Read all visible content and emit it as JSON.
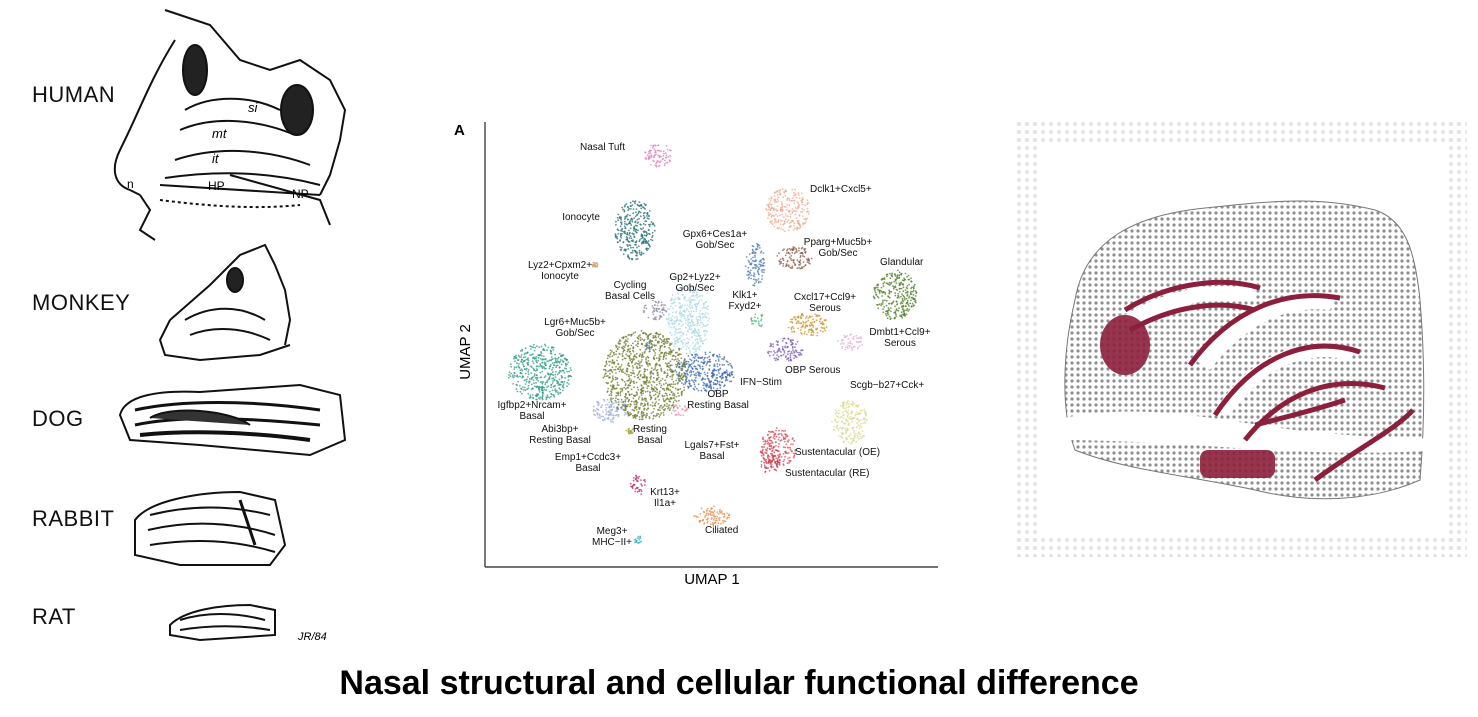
{
  "species_panel": {
    "labels": [
      "HUMAN",
      "MONKEY",
      "DOG",
      "RABBIT",
      "RAT"
    ],
    "human_annotations": [
      "si",
      "mt",
      "it",
      "n",
      "HP",
      "NP"
    ],
    "signature": "JR/84"
  },
  "umap": {
    "panel_letter": "A",
    "xlabel": "UMAP 1",
    "ylabel": "UMAP 2",
    "clusters": [
      {
        "name": "nasal-tuft",
        "label": "Nasal Tuft",
        "color": "#e07ab8"
      },
      {
        "name": "ionocyte",
        "label": "Ionocyte",
        "color": "#1f6b6e"
      },
      {
        "name": "lyz2-cpxm2-ionocyte",
        "label": "Lyz2+Cpxm2+\nIonocyte",
        "color": "#c9a070"
      },
      {
        "name": "cycling-basal",
        "label": "Cycling\nBasal Cells",
        "color": "#8a8aa8"
      },
      {
        "name": "gp2-lyz2-gobsec",
        "label": "Gp2+Lyz2+\nGob/Sec",
        "color": "#a8d8e0"
      },
      {
        "name": "gpx6-ces1a-gobsec",
        "label": "Gpx6+Ces1a+\nGob/Sec",
        "color": "#4a7ab8"
      },
      {
        "name": "dclk1-cxcl5",
        "label": "Dclk1+Cxcl5+",
        "color": "#f0a890"
      },
      {
        "name": "pparg-muc5b",
        "label": "Pparg+Muc5b+\nGob/Sec",
        "color": "#8a5a48"
      },
      {
        "name": "glandular",
        "label": "Glandular",
        "color": "#4a7a20"
      },
      {
        "name": "klk1-fxyd2",
        "label": "Klk1+\nFxyd2+",
        "color": "#4ab878"
      },
      {
        "name": "cxcl17-ccl9-serous",
        "label": "Cxcl17+Ccl9+\nSerous",
        "color": "#c89028"
      },
      {
        "name": "dmbt1-ccl9-serous",
        "label": "Dmbt1+Ccl9+\nSerous",
        "color": "#e0b0d0"
      },
      {
        "name": "lgr6-muc5b",
        "label": "Lgr6+Muc5b+\nGob/Sec",
        "color": "#4a88a8"
      },
      {
        "name": "obp-serous",
        "label": "OBP Serous",
        "color": "#7858b8"
      },
      {
        "name": "ifn-stim",
        "label": "IFN−Stim",
        "color": "#2858a8"
      },
      {
        "name": "obp-resting-basal",
        "label": "OBP\nResting Basal",
        "color": "#3a68b0"
      },
      {
        "name": "igfbp2-nrcam-basal",
        "label": "Igfbp2+Nrcam+\nBasal",
        "color": "#2a9880"
      },
      {
        "name": "abi3bp-resting-basal",
        "label": "Abi3bp+\nResting Basal",
        "color": "#98a8d8"
      },
      {
        "name": "resting-basal",
        "label": "Resting\nBasal",
        "color": "#6a7a28"
      },
      {
        "name": "lgals7-fst-basal",
        "label": "Lgals7+Fst+\nBasal",
        "color": "#e890b0"
      },
      {
        "name": "emp1-ccdc3-basal",
        "label": "Emp1+Ccdc3+\nBasal",
        "color": "#a0a030"
      },
      {
        "name": "scgb-b27-cck",
        "label": "Scgb−b27+Cck+",
        "color": "#d8d890"
      },
      {
        "name": "sustentacular-oe",
        "label": "Sustentacular (OE)",
        "color": "#d84858"
      },
      {
        "name": "sustentacular-re",
        "label": "Sustentacular (RE)",
        "color": "#c03848"
      },
      {
        "name": "krt13-il1a",
        "label": "Krt13+\nIl1a+",
        "color": "#b82868"
      },
      {
        "name": "ciliated",
        "label": "Ciliated",
        "color": "#e88a48"
      },
      {
        "name": "meg3-mhcii",
        "label": "Meg3+\nMHC−II+",
        "color": "#38b8c0"
      }
    ]
  },
  "caption": "Nasal structural and cellular functional difference",
  "colors": {
    "tissue_gray": "#9a9a9a",
    "tissue_highlight": "#8c1f3c",
    "text": "#000000"
  }
}
